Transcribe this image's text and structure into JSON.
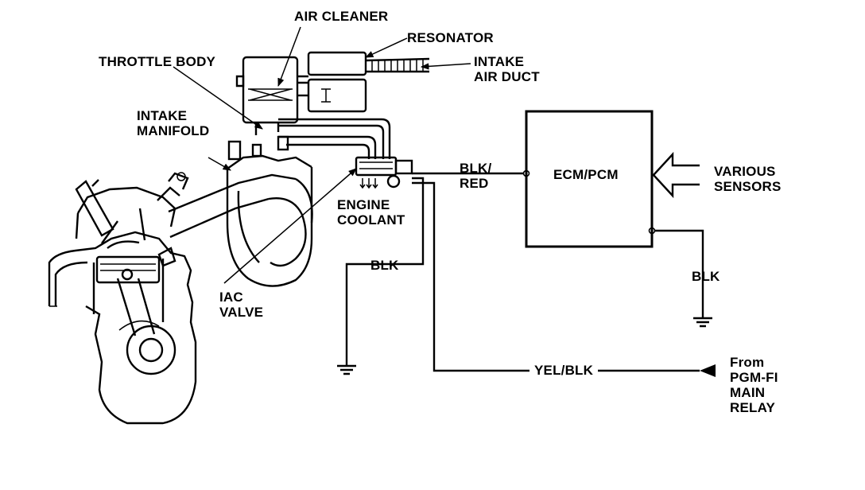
{
  "labels": {
    "air_cleaner": "AIR CLEANER",
    "resonator": "RESONATOR",
    "throttle_body": "THROTTLE BODY",
    "intake_air_duct": "INTAKE\nAIR DUCT",
    "intake_manifold": "INTAKE\nMANIFOLD",
    "engine_coolant": "ENGINE\nCOOLANT",
    "iac_valve": "IAC\nVALVE",
    "blk_red": "BLK/\nRED",
    "ecm_pcm": "ECM/PCM",
    "various_sensors": "VARIOUS\nSENSORS",
    "blk_left": "BLK",
    "blk_right": "BLK",
    "yel_blk": "YEL/BLK",
    "from_relay": "From\nPGM-FI\nMAIN\nRELAY"
  }
}
